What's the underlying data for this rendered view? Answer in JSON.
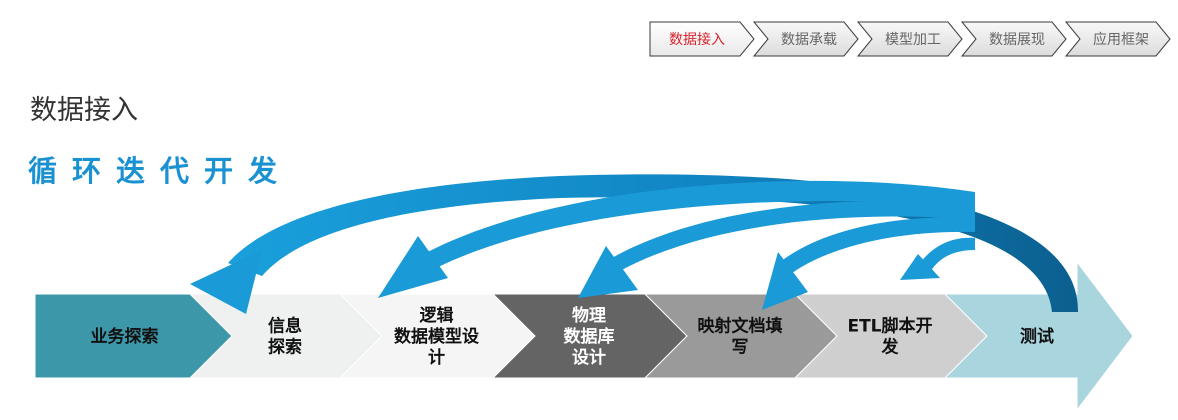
{
  "nav": {
    "items": [
      {
        "label": "数据接入",
        "active": true
      },
      {
        "label": "数据承载",
        "active": false
      },
      {
        "label": "模型加工",
        "active": false
      },
      {
        "label": "数据展现",
        "active": false
      },
      {
        "label": "应用框架",
        "active": false
      }
    ]
  },
  "page": {
    "title": "数据接入",
    "subtitle": "循环迭代开发"
  },
  "steps": [
    {
      "lines": [
        "业务探索"
      ],
      "fill": "#3c97a8",
      "text_color": "#111111"
    },
    {
      "lines": [
        "信息",
        "探索"
      ],
      "fill": "#eef1f0",
      "text_color": "#111111"
    },
    {
      "lines": [
        "逻辑",
        "数据模型设",
        "计"
      ],
      "fill": "#f4f5f4",
      "text_color": "#111111"
    },
    {
      "lines": [
        "物理",
        "数据库",
        "设计"
      ],
      "fill": "#646464",
      "text_color": "#ffffff"
    },
    {
      "lines": [
        "映射文档填",
        "写"
      ],
      "fill": "#9a9a9a",
      "text_color": "#111111"
    },
    {
      "lines": [
        "ETL脚本开",
        "发"
      ],
      "fill": "#cfcfcf",
      "text_color": "#111111"
    },
    {
      "lines": [
        "测试"
      ],
      "fill": "#a8d5de",
      "text_color": "#111111"
    }
  ],
  "colors": {
    "nav_active_text": "#d9232d",
    "nav_text": "#666666",
    "arrow_light": "#1a9ad6",
    "arrow_dark": "#0e6fa0",
    "subtitle": "#1a92d2"
  }
}
